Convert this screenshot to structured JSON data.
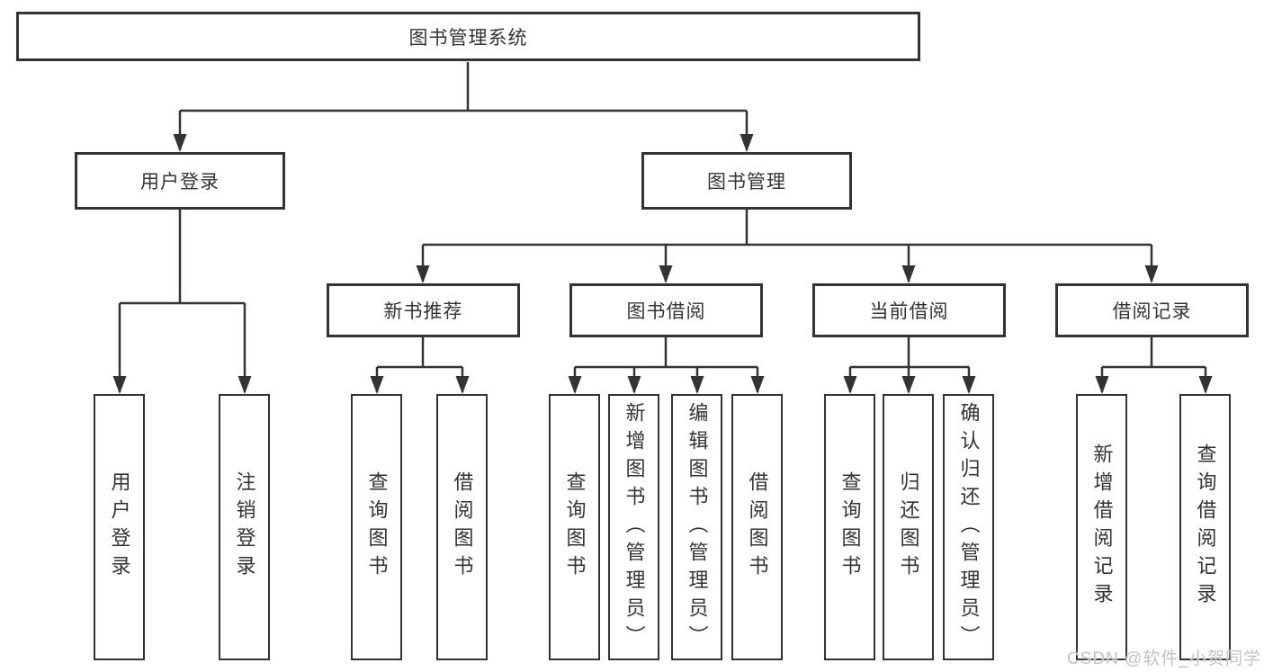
{
  "diagram": {
    "root": {
      "label": "图书管理系统"
    },
    "level2": [
      {
        "label": "用户登录"
      },
      {
        "label": "图书管理"
      }
    ],
    "level3": [
      {
        "label": "新书推荐",
        "parent": "图书管理"
      },
      {
        "label": "图书借阅",
        "parent": "图书管理"
      },
      {
        "label": "当前借阅",
        "parent": "图书管理"
      },
      {
        "label": "借阅记录",
        "parent": "图书管理"
      }
    ],
    "leaves": [
      {
        "label": "用户登录",
        "parent": "用户登录"
      },
      {
        "label": "注销登录",
        "parent": "用户登录"
      },
      {
        "label": "查询图书",
        "parent": "新书推荐"
      },
      {
        "label": "借阅图书",
        "parent": "新书推荐"
      },
      {
        "label": "查询图书",
        "parent": "图书借阅"
      },
      {
        "label": "新增图书（管理员）",
        "parent": "图书借阅"
      },
      {
        "label": "编辑图书（管理员）",
        "parent": "图书借阅"
      },
      {
        "label": "借阅图书",
        "parent": "图书借阅"
      },
      {
        "label": "查询图书",
        "parent": "当前借阅"
      },
      {
        "label": "归还图书",
        "parent": "当前借阅"
      },
      {
        "label": "确认归还（管理员）",
        "parent": "当前借阅"
      },
      {
        "label": "新增借阅记录",
        "parent": "借阅记录"
      },
      {
        "label": "查询借阅记录",
        "parent": "借阅记录"
      }
    ],
    "watermark": "CSDN @软件_小贺同学",
    "colors": {
      "line": "#333333",
      "box_border": "#333333",
      "text": "#333333",
      "background": "#ffffff",
      "watermark": "#bfc3c7"
    }
  }
}
